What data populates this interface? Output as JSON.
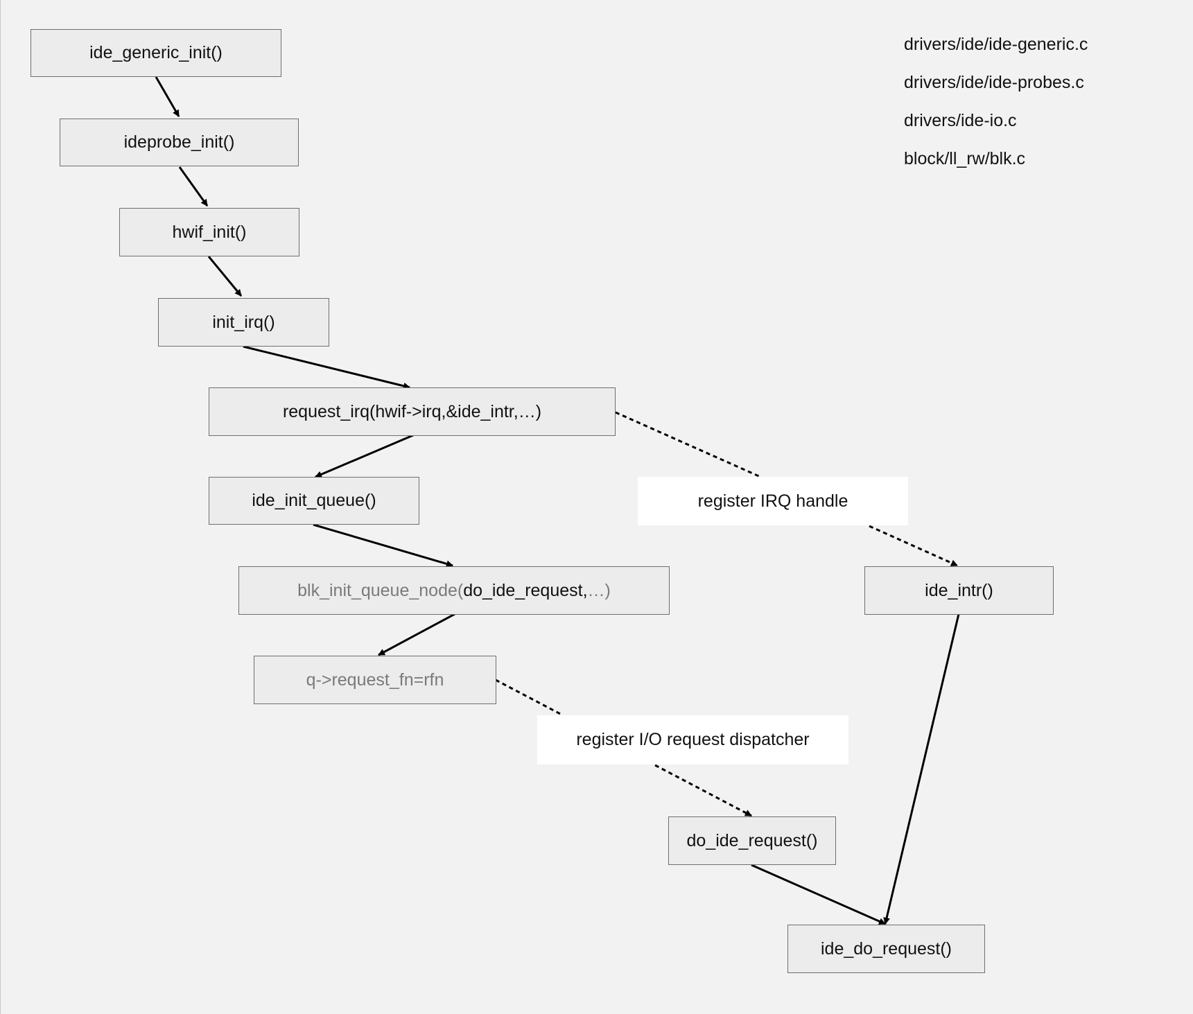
{
  "nodes": {
    "ide_generic_init": "ide_generic_init()",
    "ideprobe_init": "ideprobe_init()",
    "hwif_init": "hwif_init()",
    "init_irq": "init_irq()",
    "request_irq": "request_irq(hwif->irq,&ide_intr,…)",
    "ide_init_queue": "ide_init_queue()",
    "blk_init_queue_node_prefix": "blk_init_queue_node(",
    "blk_init_queue_node_arg": "do_ide_request,",
    "blk_init_queue_node_suffix": "…)",
    "q_request_fn": "q->request_fn=rfn",
    "ide_intr": "ide_intr()",
    "do_ide_request": "do_ide_request()",
    "ide_do_request": "ide_do_request()"
  },
  "labels": {
    "register_irq_handle": "register IRQ handle",
    "register_io_dispatcher": "register I/O request dispatcher"
  },
  "legend": [
    {
      "text": "drivers/ide/ide-generic.c",
      "color": "#111111"
    },
    {
      "text": "drivers/ide/ide-probes.c",
      "color": "#111111"
    },
    {
      "text": "drivers/ide-io.c",
      "color": "#111111"
    },
    {
      "text": "block/ll_rw/blk.c",
      "color": "#7a7a7a"
    }
  ],
  "colors": {
    "background": "#f2f2f2",
    "node_fill": "#ececec",
    "node_border": "#6e6e6e",
    "edge": "#000000",
    "grey_text": "#7a7a7a"
  }
}
